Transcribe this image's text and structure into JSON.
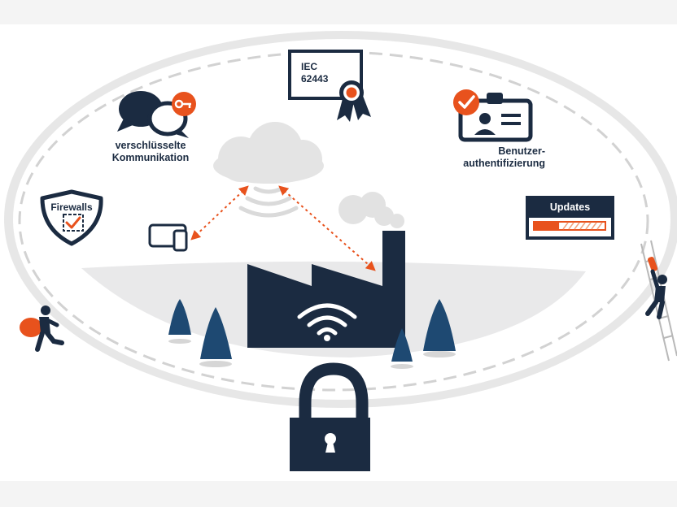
{
  "icons": {
    "secure_comm": "chat-bubbles-key-icon",
    "certificate": "certificate-icon",
    "user_auth": "id-badge-check-icon",
    "firewall": "shield-check-icon",
    "updates": "progress-window-icon",
    "cloud": "cloud-icon",
    "device": "tablet-phone-icon",
    "factory": "factory-wifi-icon",
    "lock": "padlock-icon",
    "intruder": "thief-with-bag-icon",
    "climber": "ladder-climber-icon"
  },
  "labels": {
    "secure_comm_line1": "verschlüsselte",
    "secure_comm_line2": "Kommunikation",
    "certificate_line1": "IEC",
    "certificate_line2": "62443",
    "user_auth_line1": "Benutzer-",
    "user_auth_line2": "authentifizierung",
    "firewall": "Firewalls",
    "updates": "Updates"
  },
  "colors": {
    "navy": "#1b2b41",
    "orange": "#e8521d",
    "light_gray": "#e6e6e6",
    "dash_gray": "#d2d2d2"
  },
  "updates_progress": 0.35
}
